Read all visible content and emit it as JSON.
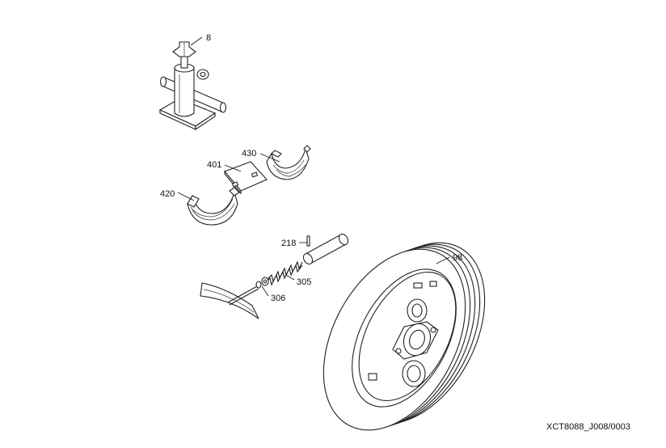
{
  "callouts": {
    "jack": "8",
    "plate": "401",
    "upper_cover": "430",
    "lower_cover": "420",
    "pin": "218",
    "spring": "305",
    "washer": "306",
    "wheel": "98"
  },
  "reference_code": "XCT8088_J008/0003"
}
